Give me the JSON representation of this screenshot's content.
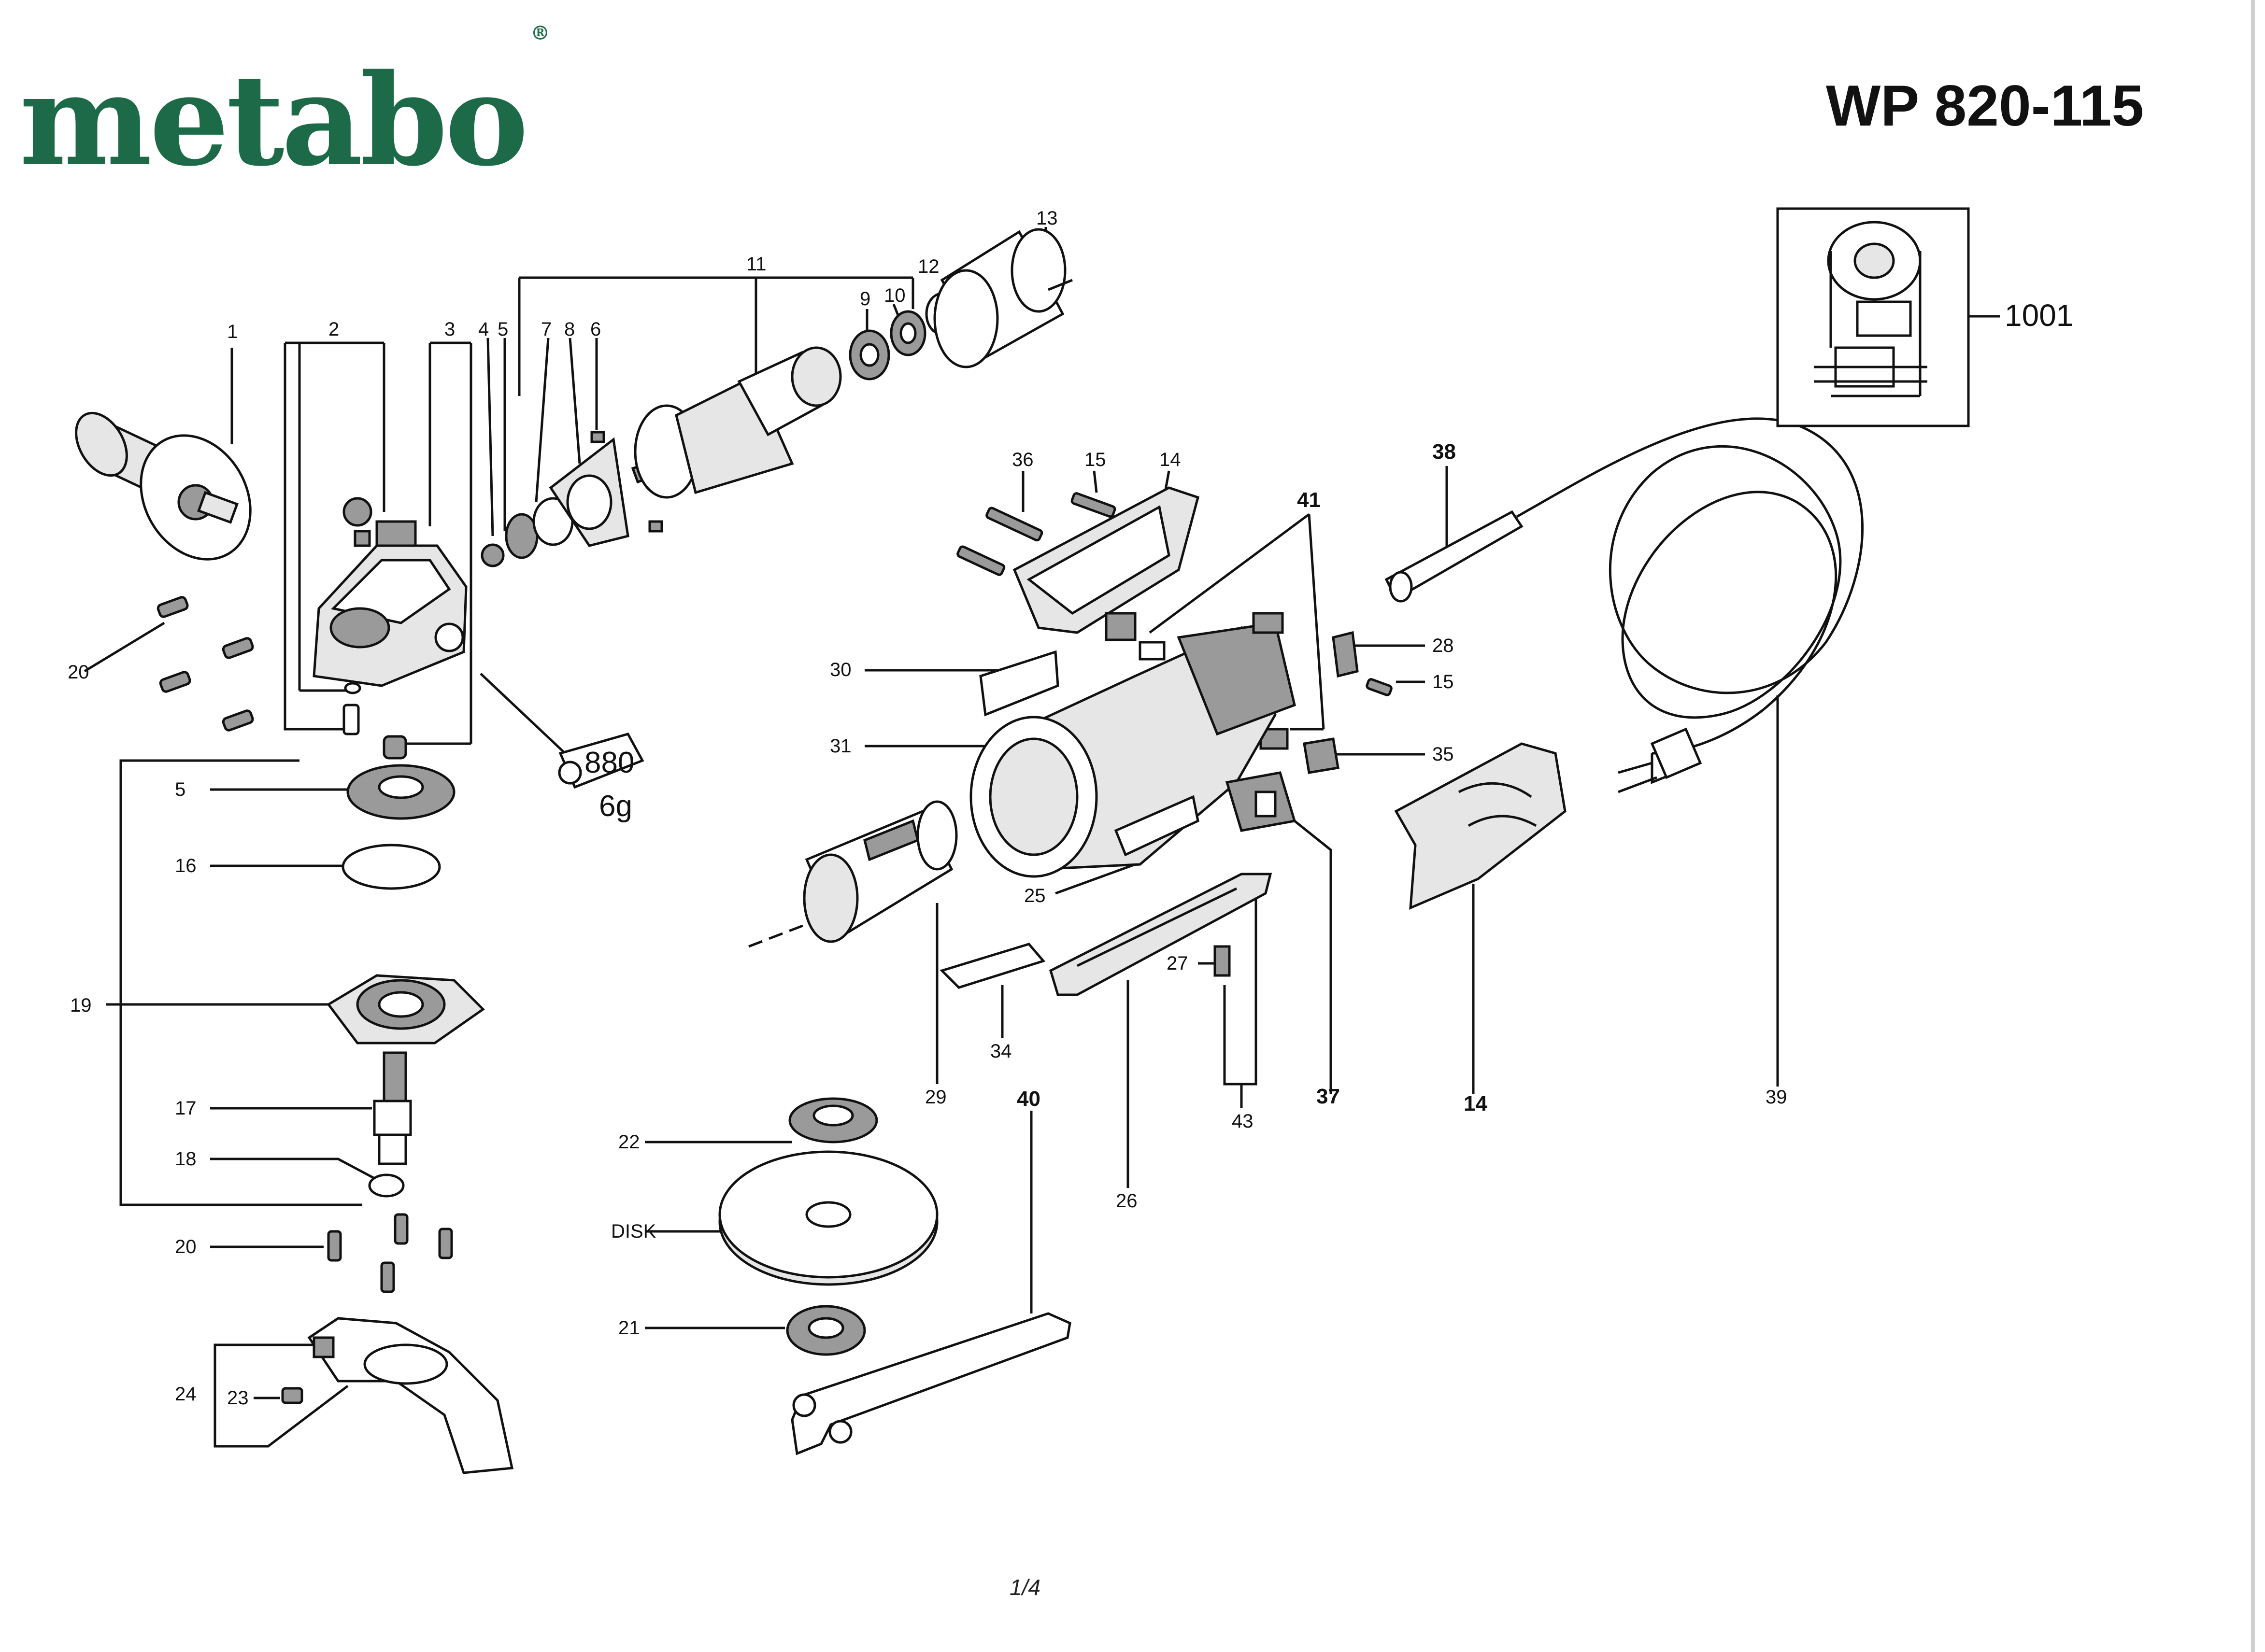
{
  "header": {
    "brand": "metabo",
    "brand_mark": "®",
    "model": "WP 820-115"
  },
  "footer": {
    "page": "1/4"
  },
  "grease_note": {
    "code": "880",
    "amount": "6g"
  },
  "part_labels": [
    {
      "id": "1",
      "text": "1"
    },
    {
      "id": "2",
      "text": "2"
    },
    {
      "id": "3",
      "text": "3"
    },
    {
      "id": "4",
      "text": "4"
    },
    {
      "id": "5a",
      "text": "5"
    },
    {
      "id": "7",
      "text": "7"
    },
    {
      "id": "8",
      "text": "8"
    },
    {
      "id": "6",
      "text": "6"
    },
    {
      "id": "11",
      "text": "11"
    },
    {
      "id": "9",
      "text": "9"
    },
    {
      "id": "10",
      "text": "10"
    },
    {
      "id": "12",
      "text": "12"
    },
    {
      "id": "13",
      "text": "13"
    },
    {
      "id": "20a",
      "text": "20"
    },
    {
      "id": "5b",
      "text": "5"
    },
    {
      "id": "16",
      "text": "16"
    },
    {
      "id": "19",
      "text": "19"
    },
    {
      "id": "17",
      "text": "17"
    },
    {
      "id": "18",
      "text": "18"
    },
    {
      "id": "20b",
      "text": "20"
    },
    {
      "id": "24",
      "text": "24"
    },
    {
      "id": "23",
      "text": "23"
    },
    {
      "id": "22",
      "text": "22"
    },
    {
      "id": "disk",
      "text": "DISK"
    },
    {
      "id": "21",
      "text": "21"
    },
    {
      "id": "40",
      "text": "40"
    },
    {
      "id": "36",
      "text": "36"
    },
    {
      "id": "15a",
      "text": "15"
    },
    {
      "id": "14a",
      "text": "14"
    },
    {
      "id": "41",
      "text": "41"
    },
    {
      "id": "30",
      "text": "30"
    },
    {
      "id": "31",
      "text": "31"
    },
    {
      "id": "28",
      "text": "28"
    },
    {
      "id": "15b",
      "text": "15"
    },
    {
      "id": "35",
      "text": "35"
    },
    {
      "id": "25",
      "text": "25"
    },
    {
      "id": "27",
      "text": "27"
    },
    {
      "id": "34",
      "text": "34"
    },
    {
      "id": "29",
      "text": "29"
    },
    {
      "id": "26",
      "text": "26"
    },
    {
      "id": "43",
      "text": "43"
    },
    {
      "id": "37",
      "text": "37"
    },
    {
      "id": "14b",
      "text": "14"
    },
    {
      "id": "38",
      "text": "38"
    },
    {
      "id": "39",
      "text": "39"
    },
    {
      "id": "1001",
      "text": "1001"
    }
  ]
}
